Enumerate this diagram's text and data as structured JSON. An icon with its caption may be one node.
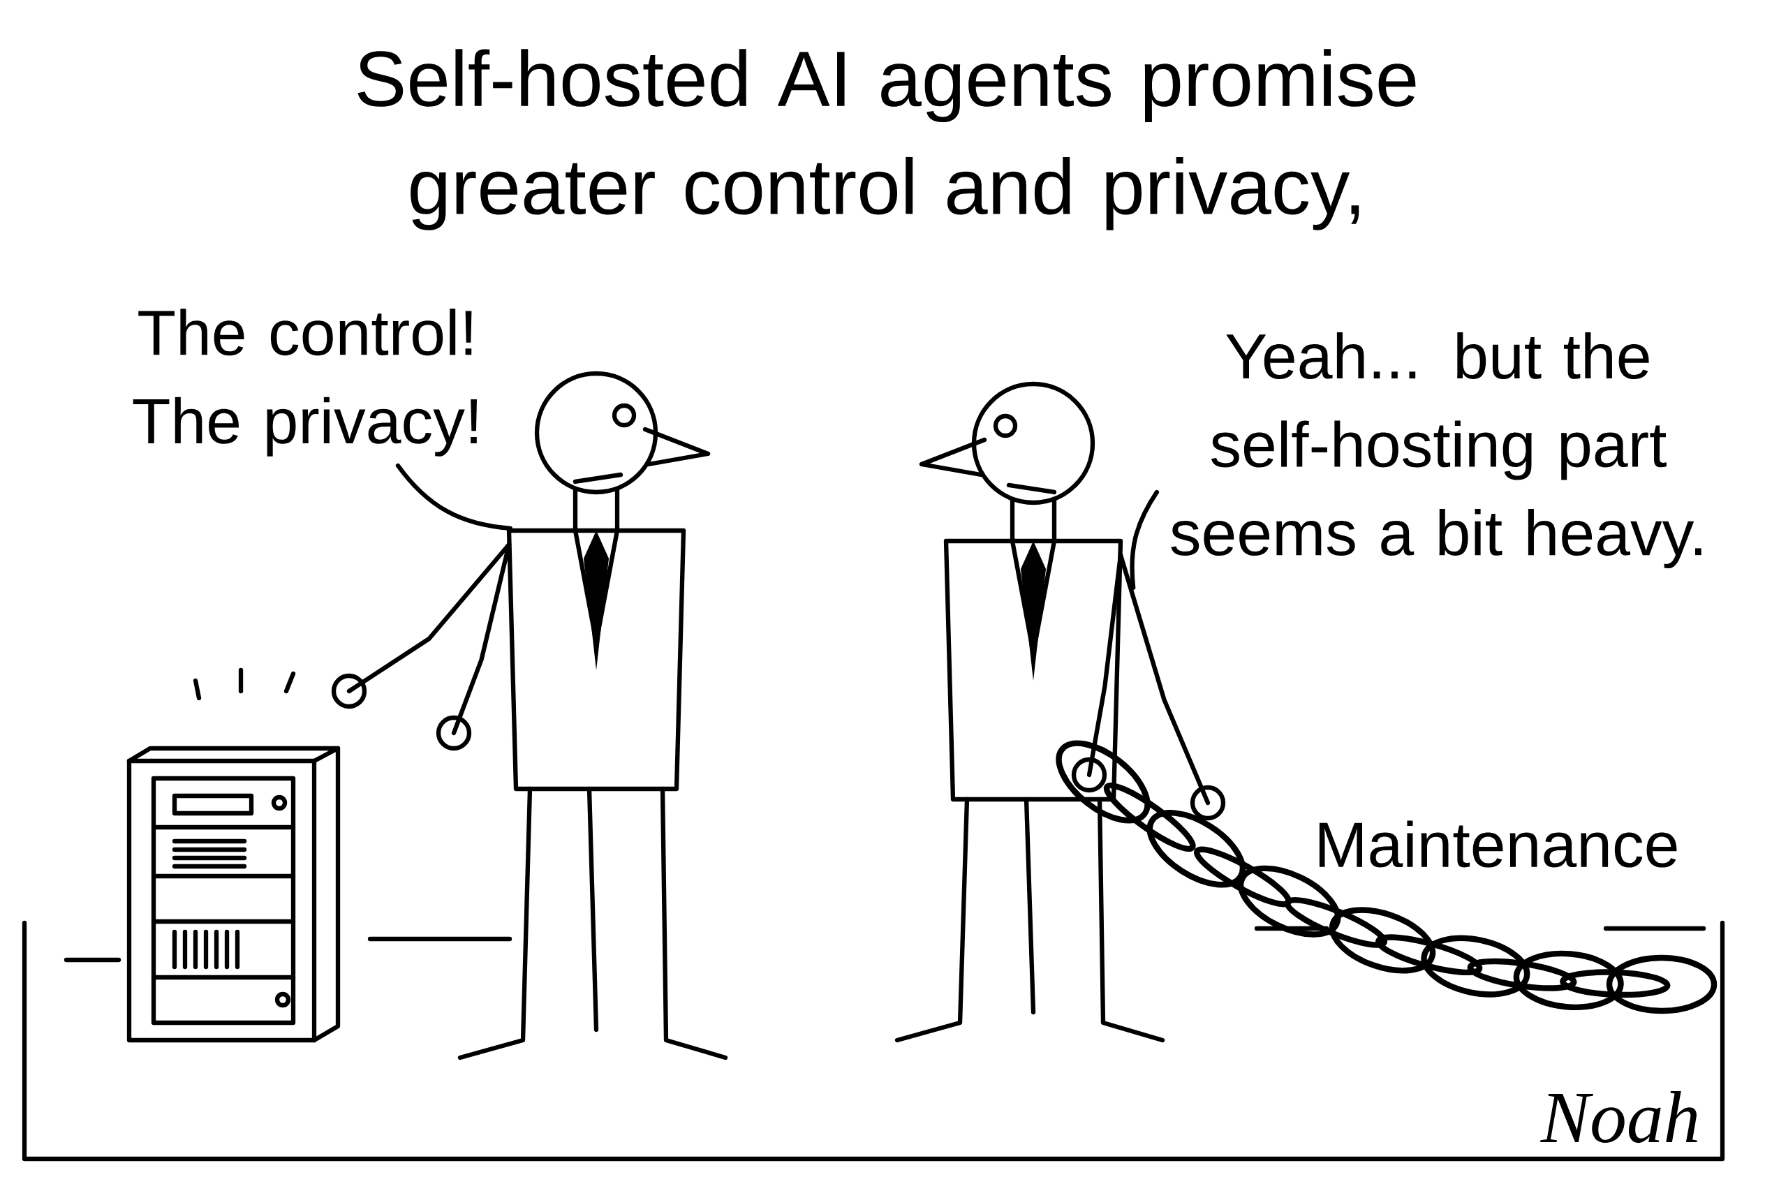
{
  "diagram": {
    "title": "Self-hosted AI agents promise greater control and privacy,",
    "nodes": [
      {
        "text": [
          "The control! The privacy!"
        ]
      },
      {
        "text": [],
        "shape": "person"
      },
      {
        "text": [
          "Yeah... but the self-hosting part seems a bit heavy."
        ]
      },
      {
        "text": [],
        "shape": "person"
      }
    ],
    "edges": [
      {
        "from": 0,
        "to": 1,
        "arrow": "none"
      },
      {
        "from": 2,
        "to": 3,
        "arrow": "none"
      }
    ],
    "labels": [
      "Maintenance",
      "Noah"
    ]
  }
}
